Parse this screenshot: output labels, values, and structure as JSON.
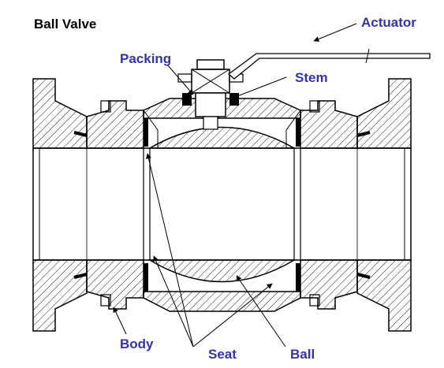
{
  "title": "Ball Valve",
  "labels": {
    "actuator": "Actuator",
    "packing": "Packing",
    "stem": "Stem",
    "body": "Body",
    "seat": "Seat",
    "ball": "Ball"
  },
  "colors": {
    "label": "#3333aa",
    "line": "#000000",
    "background": "#ffffff"
  }
}
